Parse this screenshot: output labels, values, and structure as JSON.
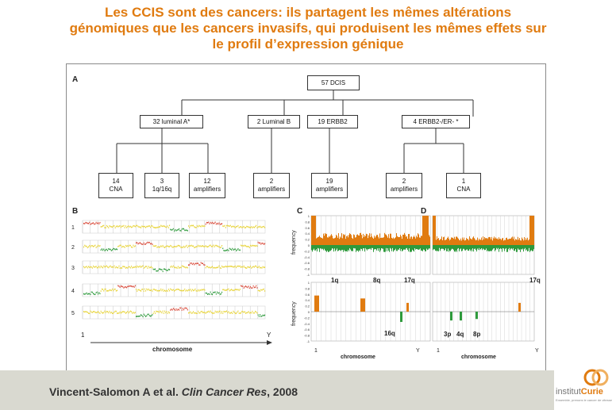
{
  "title": {
    "line1": "Les CCIS sont des cancers: ils partagent les mêmes altérations",
    "line2": "génomiques que les cancers invasifs, qui produisent les mêmes effets sur",
    "line3": "le profil d’expression génique"
  },
  "panels": {
    "a": "A",
    "b": "B",
    "c": "C",
    "d": "D"
  },
  "tree": {
    "root": "57 DCIS",
    "level1": [
      "32 luminal A*",
      "2 Luminal B",
      "19 ERBB2",
      "4 ERBB2-/ER- *"
    ],
    "leaves": [
      {
        "l1": "14",
        "l2": "CNA"
      },
      {
        "l1": "3",
        "l2": "1q/16q"
      },
      {
        "l1": "12",
        "l2": "amplifiers"
      },
      {
        "l1": "2",
        "l2": "amplifiers"
      },
      {
        "l1": "19",
        "l2": "amplifiers"
      },
      {
        "l1": "2",
        "l2": "amplifiers"
      },
      {
        "l1": "1",
        "l2": "CNA"
      }
    ]
  },
  "panel_b": {
    "rows": [
      "1",
      "2",
      "3",
      "4",
      "5"
    ],
    "axis_start": "1",
    "axis_end": "Y",
    "xlabel": "chromosome"
  },
  "panel_c": {
    "ylabel": "frequency",
    "ticks": [
      "1",
      "0.8",
      "0.6",
      "0.4",
      "0.2",
      "0",
      "-0.2",
      "-0.4",
      "-0.6",
      "-0.8",
      "-1"
    ],
    "annotations": [
      "1q",
      "8q",
      "17q",
      "16q"
    ],
    "axis_start": "1",
    "axis_end": "Y",
    "xlabel": "chromosome"
  },
  "panel_d": {
    "annotations": [
      "17q",
      "3p",
      "4q",
      "8p"
    ],
    "axis_start": "1",
    "axis_end": "Y",
    "xlabel": "chromosome"
  },
  "citation": {
    "authors": "Vincent-Salomon A et al. ",
    "journal": "Clin Cancer Res",
    "year": ", 2008"
  },
  "logo": {
    "prefix": "institut",
    "brand": "Curie",
    "tagline": "Ensemble, prenons le cancer de vitesse"
  },
  "colors": {
    "title": "#e07b10",
    "gain": "#e07b10",
    "loss": "#2e9a3c",
    "footer": "#d9d9d0"
  }
}
